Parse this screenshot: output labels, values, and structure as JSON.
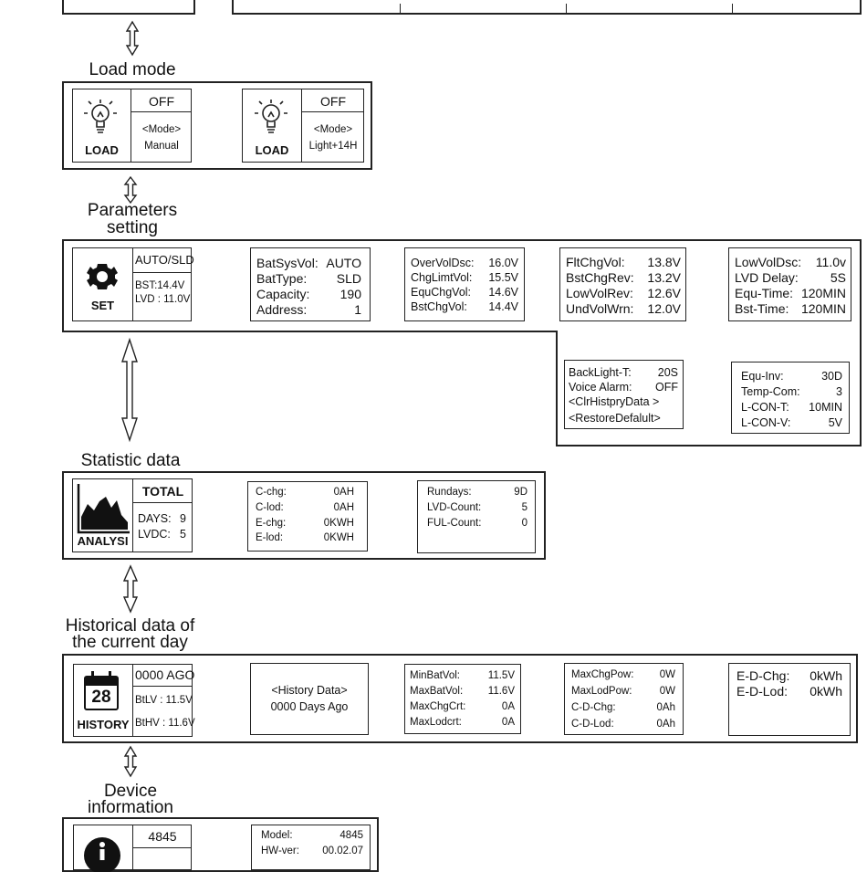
{
  "load_section": {
    "title": "Load mode",
    "panel_a": {
      "icon_label": "LOAD",
      "state": "OFF",
      "mode_label": "<Mode>",
      "mode_value": "Manual"
    },
    "panel_b": {
      "icon_label": "LOAD",
      "state": "OFF",
      "mode_label": "<Mode>",
      "mode_value": "Light+14H"
    }
  },
  "params_section": {
    "title_line1": "Parameters",
    "title_line2": "setting",
    "main": {
      "icon_label": "SET",
      "top": "AUTO/SLD",
      "bst": "BST:14.4V",
      "lvd": "LVD : 11.0V"
    },
    "box1": [
      {
        "k": "BatSysVol:",
        "v": "AUTO"
      },
      {
        "k": "BatType:",
        "v": "SLD"
      },
      {
        "k": "Capacity:",
        "v": "190"
      },
      {
        "k": "Address:",
        "v": "1"
      }
    ],
    "box2": [
      {
        "k": "OverVolDsc:",
        "v": "16.0V"
      },
      {
        "k": "ChgLimtVol:",
        "v": "15.5V"
      },
      {
        "k": "EquChgVol:",
        "v": "14.6V"
      },
      {
        "k": "BstChgVol:",
        "v": "14.4V"
      }
    ],
    "box3": [
      {
        "k": "FltChgVol:",
        "v": "13.8V"
      },
      {
        "k": "BstChgRev:",
        "v": "13.2V"
      },
      {
        "k": "LowVolRev:",
        "v": "12.6V"
      },
      {
        "k": "UndVolWrn:",
        "v": "12.0V"
      }
    ],
    "box4": [
      {
        "k": "LowVolDsc:",
        "v": "11.0v"
      },
      {
        "k": "LVD Delay:",
        "v": "5S"
      },
      {
        "k": "Equ-Time:",
        "v": "120MIN"
      },
      {
        "k": "Bst-Time:",
        "v": "120MIN"
      }
    ],
    "box5": [
      {
        "k": "Equ-Inv:",
        "v": "30D"
      },
      {
        "k": "Temp-Com:",
        "v": "3"
      },
      {
        "k": "L-CON-T:",
        "v": "10MIN"
      },
      {
        "k": "L-CON-V:",
        "v": "5V"
      }
    ],
    "box6": {
      "rows": [
        {
          "k": "BackLight-T:",
          "v": "20S"
        },
        {
          "k": "Voice Alarm:",
          "v": "OFF"
        }
      ],
      "line3": "<ClrHistpryData >",
      "line4": "<RestoreDefalult>"
    }
  },
  "stat_section": {
    "title": "Statistic data",
    "main": {
      "icon_label": "ANALYSI",
      "top": "TOTAL",
      "days_k": "DAYS:",
      "days_v": "9",
      "lvdc_k": "LVDC:",
      "lvdc_v": "5"
    },
    "box1": [
      {
        "k": "C-chg:",
        "v": "0AH"
      },
      {
        "k": "C-lod:",
        "v": "0AH"
      },
      {
        "k": "E-chg:",
        "v": "0KWH"
      },
      {
        "k": "E-lod:",
        "v": "0KWH"
      }
    ],
    "box2": [
      {
        "k": "Rundays:",
        "v": "9D"
      },
      {
        "k": "LVD-Count:",
        "v": "5"
      },
      {
        "k": "FUL-Count:",
        "v": "0"
      }
    ]
  },
  "hist_section": {
    "title_line1": "Historical data of",
    "title_line2": "the current day",
    "main": {
      "icon_label": "HISTORY",
      "calendar_day": "28",
      "top": "0000 AGO",
      "btlv": "BtLV : 11.5V",
      "bthv": "BtHV : 11.6V"
    },
    "box1": {
      "line1": "<History Data>",
      "line2": "0000  Days Ago"
    },
    "box2": [
      {
        "k": "MinBatVol:",
        "v": "11.5V"
      },
      {
        "k": "MaxBatVol:",
        "v": "11.6V"
      },
      {
        "k": "MaxChgCrt:",
        "v": "0A"
      },
      {
        "k": "MaxLodcrt:",
        "v": "0A"
      }
    ],
    "box3": [
      {
        "k": "MaxChgPow:",
        "v": "0W"
      },
      {
        "k": "MaxLodPow:",
        "v": "0W"
      },
      {
        "k": "C-D-Chg:",
        "v": "0Ah"
      },
      {
        "k": "C-D-Lod:",
        "v": "0Ah"
      }
    ],
    "box4": [
      {
        "k": "E-D-Chg:",
        "v": "0kWh"
      },
      {
        "k": "E-D-Lod:",
        "v": "0kWh"
      }
    ]
  },
  "device_section": {
    "title_line1": "Device",
    "title_line2": "information",
    "main": {
      "top": "4845"
    },
    "box1": [
      {
        "k": "Model:",
        "v": "4845"
      },
      {
        "k": "HW-ver:",
        "v": "00.02.07"
      }
    ]
  }
}
